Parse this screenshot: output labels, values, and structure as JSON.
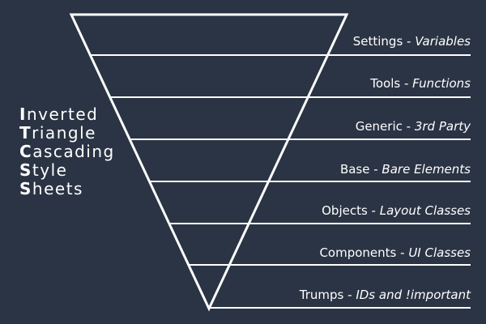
{
  "title_lines": [
    {
      "initial": "I",
      "rest": "nverted"
    },
    {
      "initial": "T",
      "rest": "riangle"
    },
    {
      "initial": "C",
      "rest": "ascading"
    },
    {
      "initial": "S",
      "rest": "tyle"
    },
    {
      "initial": "S",
      "rest": "heets"
    }
  ],
  "layers": [
    {
      "name": "Settings",
      "separator": " - ",
      "description": "Variables"
    },
    {
      "name": "Tools",
      "separator": " - ",
      "description": "Functions"
    },
    {
      "name": "Generic",
      "separator": " - ",
      "description": "3rd Party"
    },
    {
      "name": "Base",
      "separator": " - ",
      "description": "Bare Elements"
    },
    {
      "name": "Objects",
      "separator": " - ",
      "description": "Layout Classes"
    },
    {
      "name": "Components",
      "separator": " - ",
      "description": "UI Classes"
    },
    {
      "name": "Trumps",
      "separator": " - ",
      "description": "IDs and !important"
    }
  ],
  "colors": {
    "background": "#2b3444",
    "foreground": "#ffffff"
  }
}
